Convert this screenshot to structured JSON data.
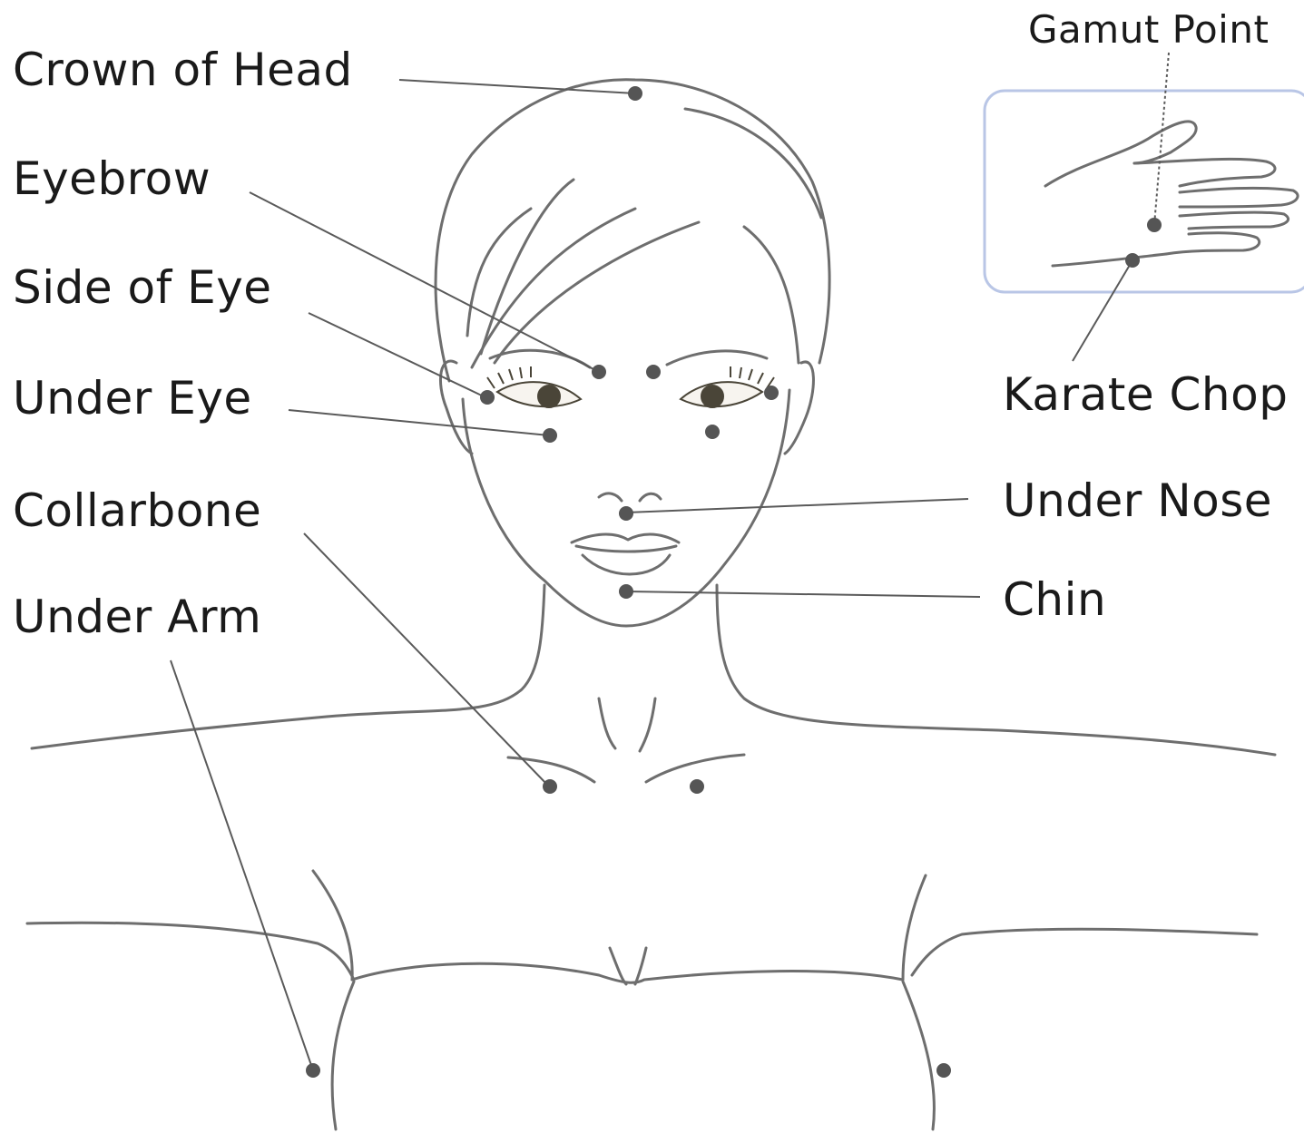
{
  "labels": {
    "crown_of_head": "Crown of Head",
    "eyebrow": "Eyebrow",
    "side_of_eye": "Side of Eye",
    "under_eye": "Under Eye",
    "collarbone": "Collarbone",
    "under_arm": "Under Arm",
    "gamut_point": "Gamut Point",
    "karate_chop": "Karate Chop",
    "under_nose": "Under Nose",
    "chin": "Chin"
  },
  "colors": {
    "sketch_line": "#6e6e6e",
    "leader_line": "#5a5a5a",
    "tap_point": "#555555",
    "text": "#1a1a1a",
    "inset_border": "#b9c6e6",
    "eye_fill": "#4a4538"
  }
}
